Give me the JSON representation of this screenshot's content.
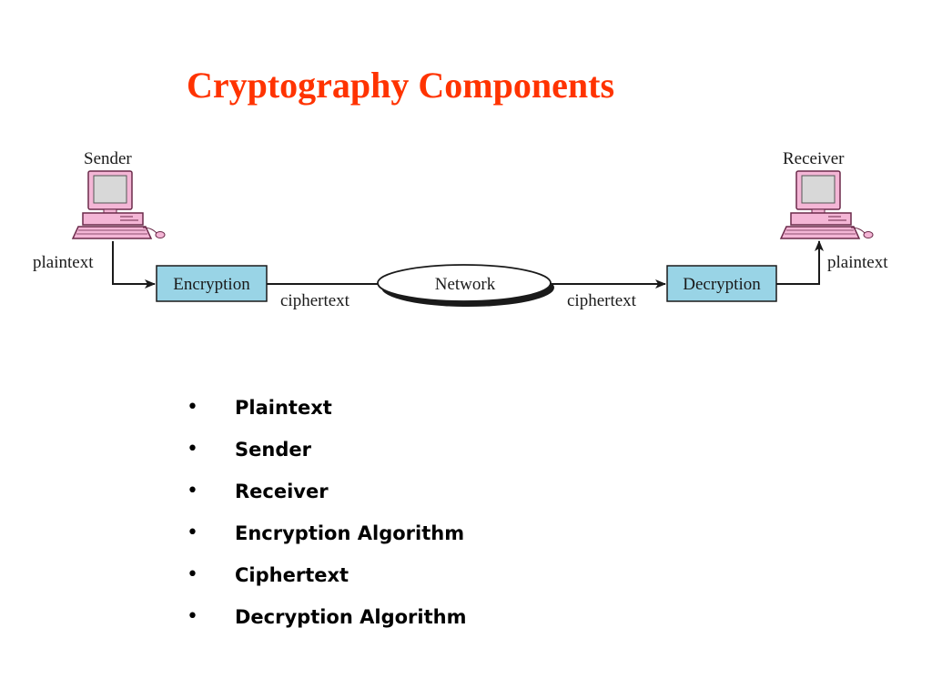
{
  "slide": {
    "title": "Cryptography Components"
  },
  "diagram": {
    "sender_label": "Sender",
    "receiver_label": "Receiver",
    "plaintext_left": "plaintext",
    "plaintext_right": "plaintext",
    "encryption_label": "Encryption",
    "decryption_label": "Decryption",
    "network_label": "Network",
    "ciphertext_left": "ciphertext",
    "ciphertext_right": "ciphertext",
    "colors": {
      "process_box": "#99d4e6",
      "computer": "#f4b6d6",
      "screen": "#d8d8d8"
    },
    "icons": [
      "computer-icon",
      "computer-icon"
    ]
  },
  "bullets": {
    "marker": "•",
    "items": [
      {
        "label": "Plaintext"
      },
      {
        "label": "Sender"
      },
      {
        "label": "Receiver"
      },
      {
        "label": "Encryption Algorithm"
      },
      {
        "label": "Ciphertext"
      },
      {
        "label": "Decryption Algorithm"
      }
    ]
  },
  "colors": {
    "title": "#ff3300"
  }
}
